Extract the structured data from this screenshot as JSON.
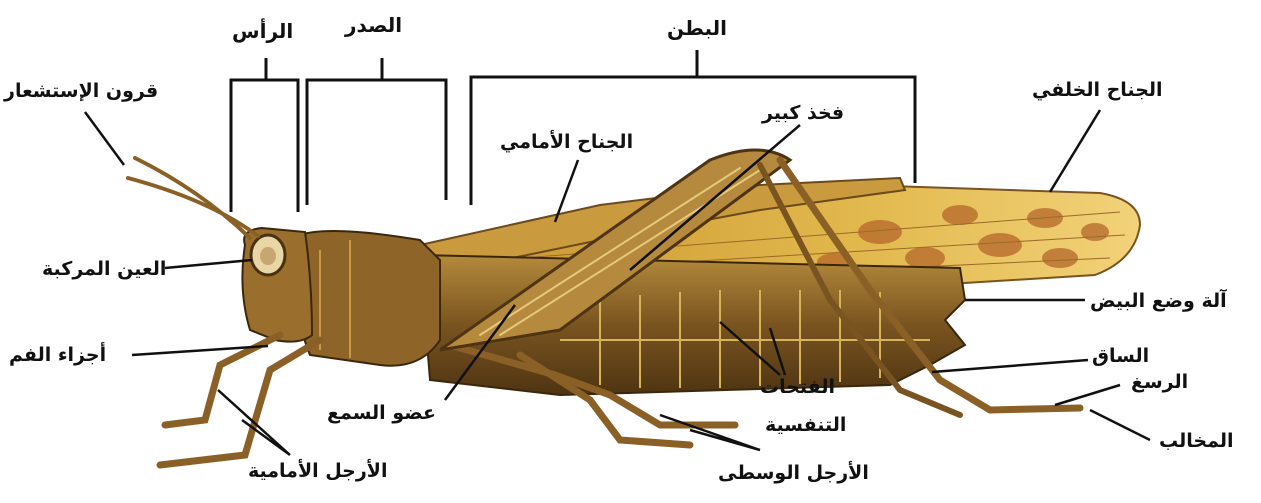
{
  "diagram": {
    "regions": {
      "head": "الرأس",
      "thorax": "الصدر",
      "abdomen": "البطن"
    },
    "labels": {
      "antennae": "قرون الإستشعار",
      "compound_eye": "العين المركبة",
      "mouthparts": "أجزاء الفم",
      "front_legs": "الأرجل الأمامية",
      "forewing": "الجناح الأمامي",
      "large_femur": "فخذ كبير",
      "hindwing": "الجناح الخلفي",
      "ovipositor": "آلة وضع البيض",
      "tibia": "الساق",
      "tarsus": "الرسغ",
      "claws": "المخالب",
      "tympanum": "عضو السمع",
      "spiracles_line1": "الفتحات",
      "spiracles_line2": "التنفسية",
      "middle_legs": "الأرجل الوسطى"
    },
    "colors": {
      "body_dark": "#6b4a1c",
      "body_mid": "#a87b34",
      "wing": "#e2b94e",
      "wing_stripe": "#b5672a",
      "line": "#111111"
    }
  }
}
